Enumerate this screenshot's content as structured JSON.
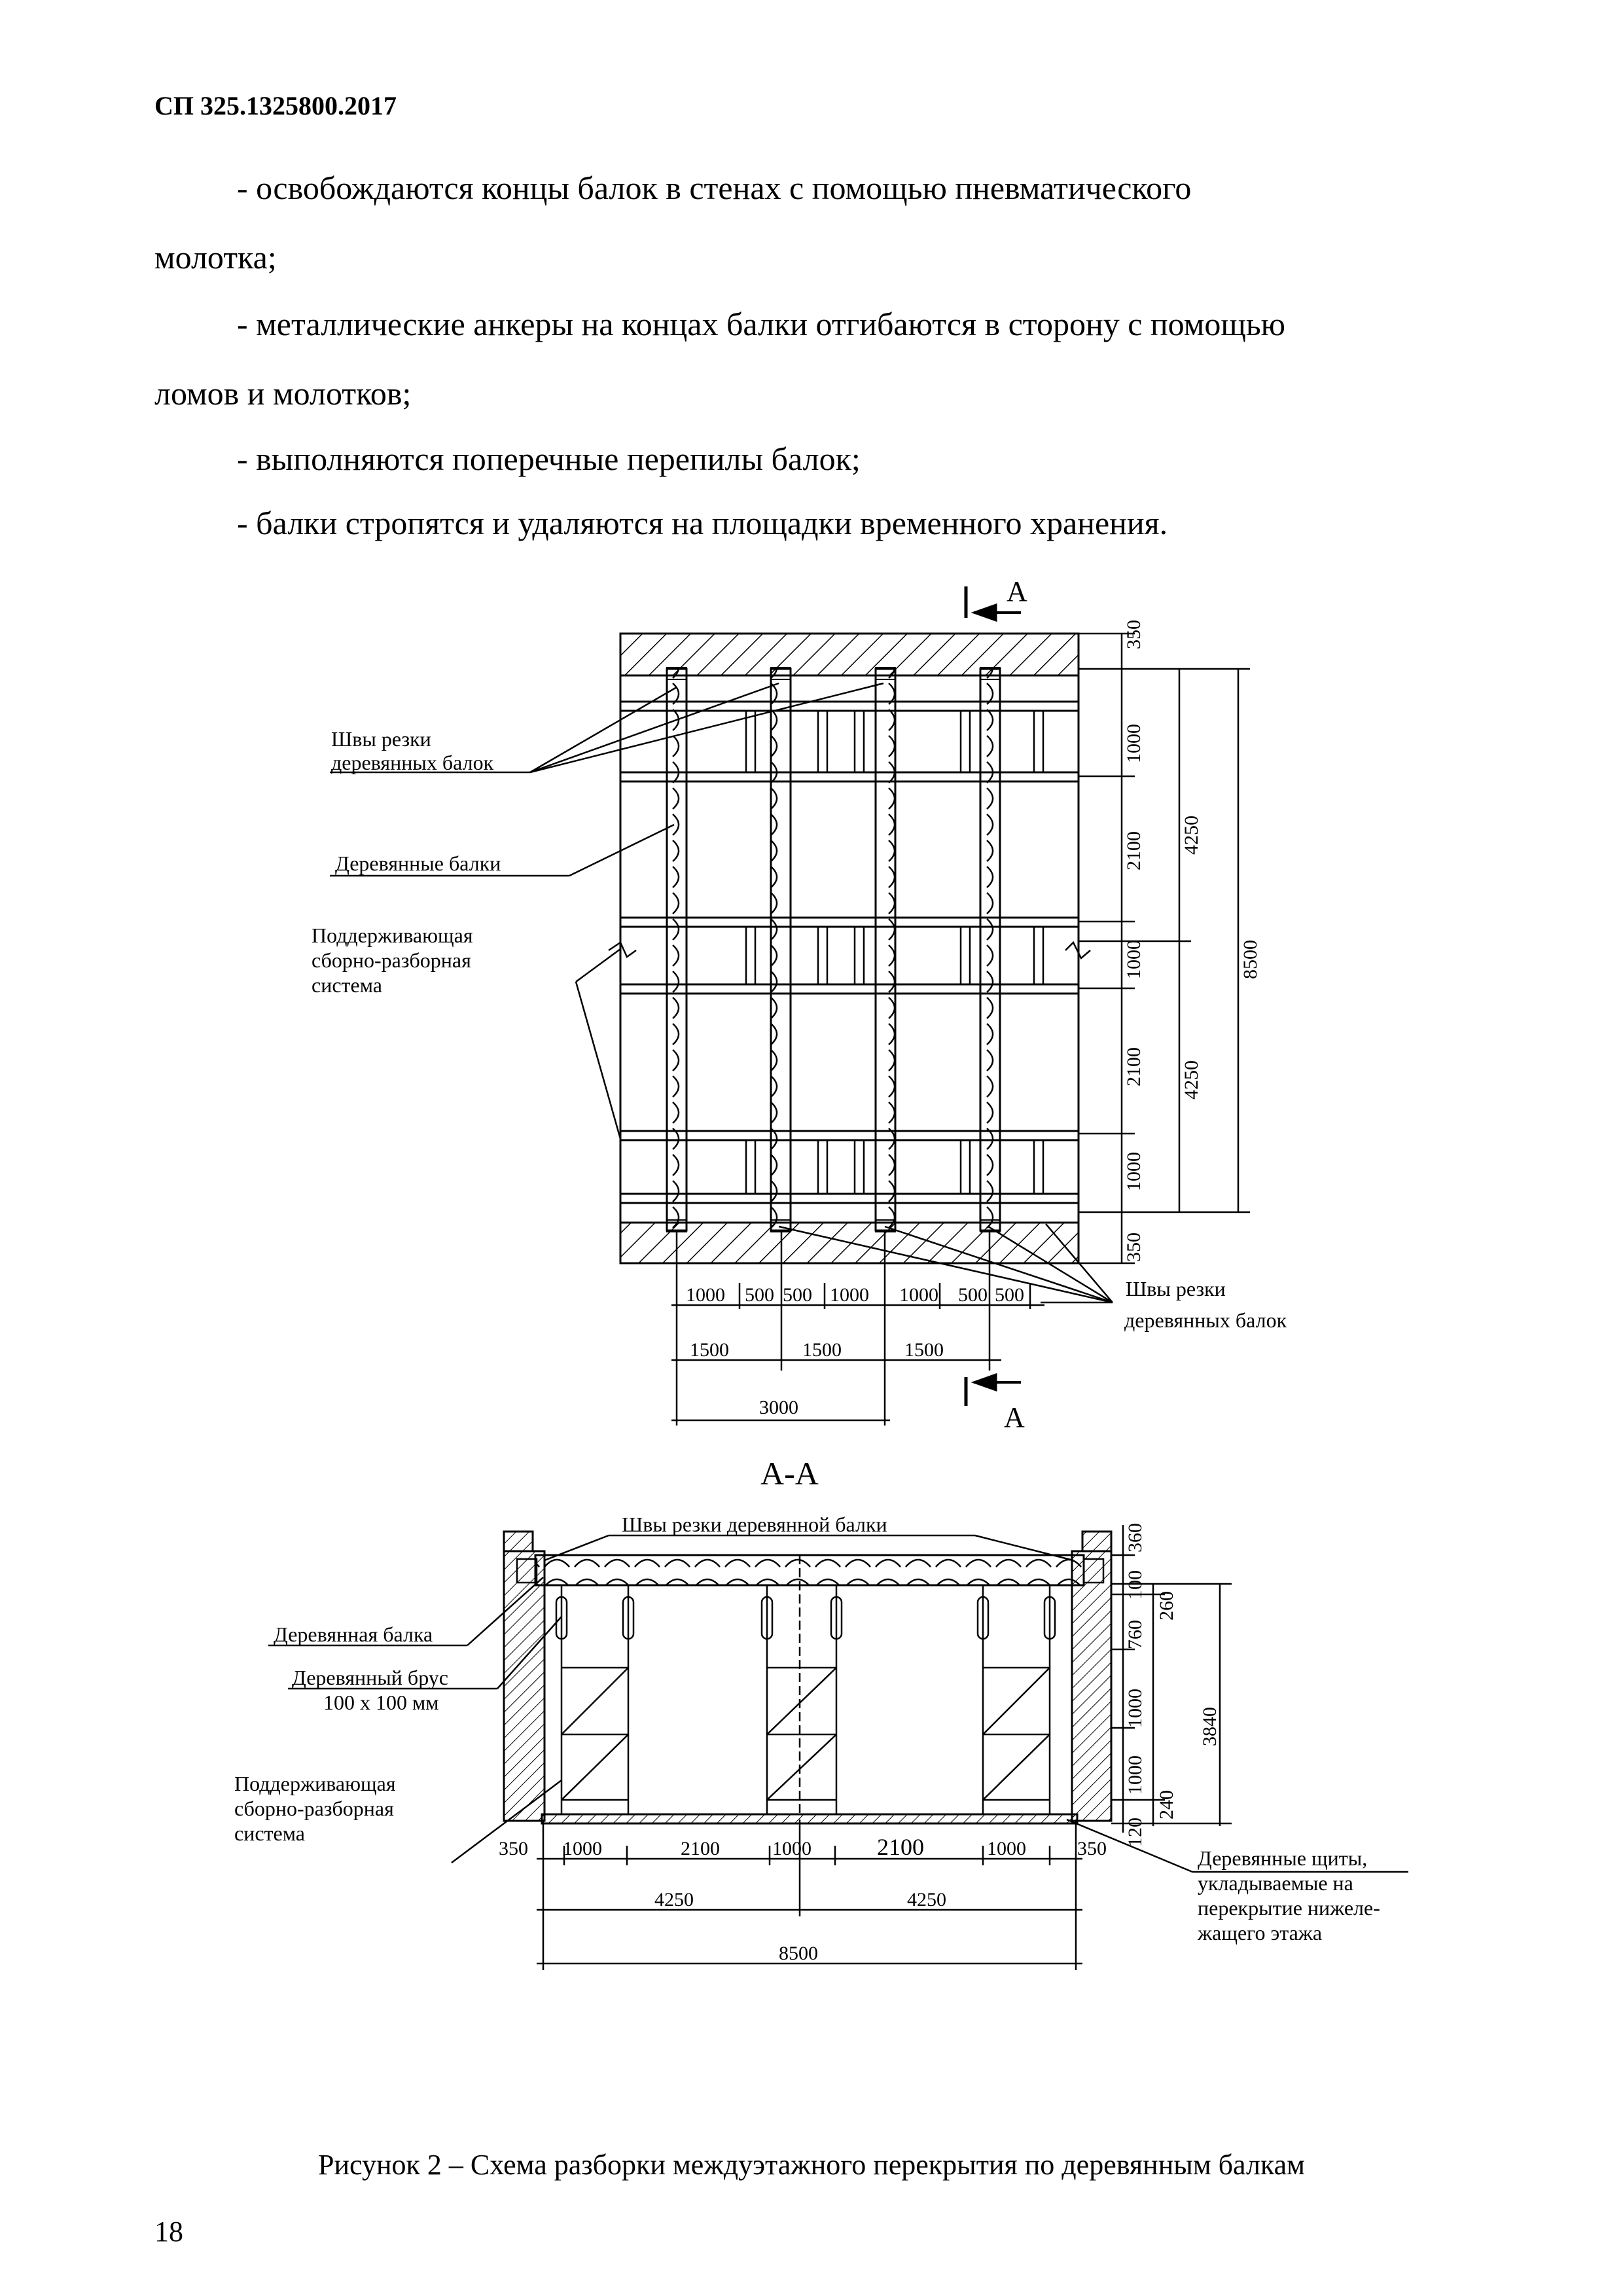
{
  "header": {
    "code": "СП 325.1325800.2017"
  },
  "body": {
    "p1_line1": "- освобождаются концы балок в стенах с помощью пневматического",
    "p1_line2": "молотка;",
    "p2_line1": "- металлические анкеры на концах балки отгибаются в сторону с помощью",
    "p2_line2": "ломов и молотков;",
    "p3": "- выполняются поперечные перепилы балок;",
    "p4": "- балки стропятся и удаляются на площадки временного хранения."
  },
  "figure": {
    "section_mark": "А",
    "plan_labels": {
      "cuts_top_1": "Швы резки",
      "cuts_top_2": "деревянных балок",
      "beams": "Деревянные балки",
      "support_1": "Поддерживающая",
      "support_2": "сборно-разборная",
      "support_3": "система",
      "cuts_bottom_1": "Швы резки",
      "cuts_bottom_2": "деревянных балок"
    },
    "plan_dims_right": {
      "d350_top": "350",
      "d1000_a": "1000",
      "d2100_a": "2100",
      "d4250_a": "4250",
      "d1000_b": "1000",
      "d8500": "8500",
      "d2100_b": "2100",
      "d4250_b": "4250",
      "d1000_c": "1000",
      "d350_bottom": "350"
    },
    "plan_dims_bottom": {
      "r1_a": "1000",
      "r1_b": "500",
      "r1_c": "500",
      "r1_d": "1000",
      "r1_e": "1000",
      "r1_f": "500",
      "r1_g": "500",
      "r2_a": "1500",
      "r2_b": "1500",
      "r2_c": "1500",
      "r3": "3000"
    },
    "section_title": "А-А",
    "section_labels": {
      "cuts_top": "Швы резки деревянной балки",
      "beam": "Деревянная балка",
      "bar_1": "Деревянный брус",
      "bar_2": "100 х 100 мм",
      "support_1": "Поддерживающая",
      "support_2": "сборно-разборная",
      "support_3": "система",
      "panels_1": "Деревянные щиты,",
      "panels_2": "укладываемые на",
      "panels_3": "перекрытие нижеле-",
      "panels_4": "жащего этажа"
    },
    "section_dims_right": {
      "d360": "360",
      "d100": "100",
      "d260": "260",
      "d760": "760",
      "d1000_a": "1000",
      "d3840": "3840",
      "d1000_b": "1000",
      "d240": "240",
      "d120": "120"
    },
    "section_dims_bottom": {
      "d350_l": "350",
      "d1000_l": "1000",
      "d2100_l": "2100",
      "d1000_m": "1000",
      "d2100_r": "2100",
      "d1000_r": "1000",
      "d350_r": "350",
      "d4250_l": "4250",
      "d4250_r": "4250",
      "d8500": "8500"
    }
  },
  "caption": "Рисунок 2 – Схема разборки междуэтажного перекрытия по деревянным балкам",
  "page_number": "18"
}
